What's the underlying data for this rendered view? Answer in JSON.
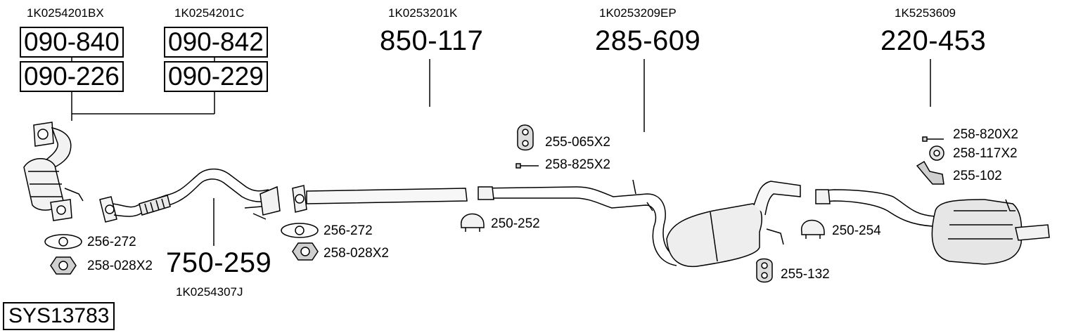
{
  "oem_numbers": {
    "manifold_left": "1K0254201BX",
    "manifold_right": "1K0254201C",
    "front_pipe": "1K0254307J",
    "middle_pipe": "1K0253201K",
    "center_silencer": "1K0253209EP",
    "rear_silencer": "1K5253609"
  },
  "part_numbers": {
    "manifold_left_top": "090-840",
    "manifold_left_bottom": "090-226",
    "manifold_right_top": "090-842",
    "manifold_right_bottom": "090-229",
    "front_pipe": "750-259",
    "middle_pipe": "850-117",
    "center_silencer": "285-609",
    "rear_silencer": "220-453"
  },
  "accessories": {
    "gasket_1": "256-272",
    "nut_1": "258-028X2",
    "gasket_2": "256-272",
    "nut_2": "258-028X2",
    "clamp_1": "250-252",
    "rubber_mount_1": "255-065X2",
    "bolt_1": "258-825X2",
    "rubber_mount_2": "255-132",
    "clamp_2": "250-254",
    "bolt_2": "258-820X2",
    "washer": "258-117X2",
    "bracket": "255-102"
  },
  "system_id": "SYS13783"
}
